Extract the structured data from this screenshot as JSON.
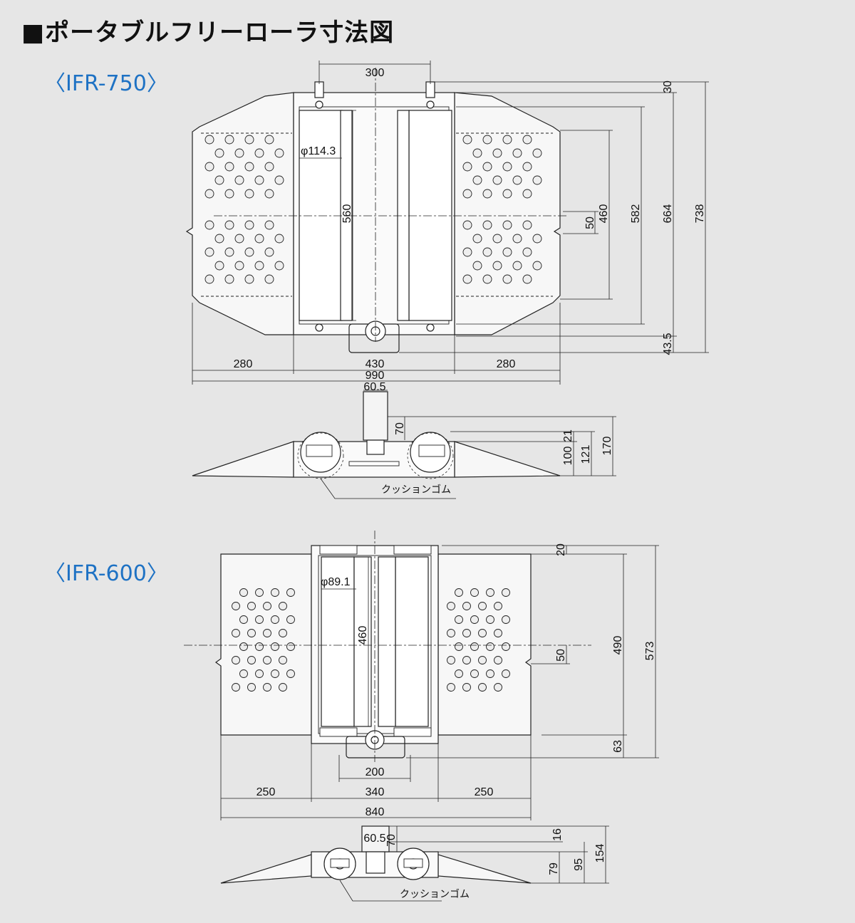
{
  "title": "■ポータブルフリーローラ寸法図",
  "models": [
    {
      "label": "〈IFR-750〉"
    },
    {
      "label": "〈IFR-600〉"
    }
  ],
  "ifr750": {
    "top_dims": {
      "d300": "300",
      "d30": "30",
      "d738": "738",
      "d664": "664",
      "d582": "582",
      "d460": "460",
      "d50": "50",
      "d560": "560",
      "phi": "φ114.3",
      "d43_5": "43.5",
      "d280a": "280",
      "d430": "430",
      "d280b": "280",
      "d990": "990"
    },
    "side_dims": {
      "d60_5": "60.5",
      "d70": "70",
      "d21": "21",
      "d100": "100",
      "d121": "121",
      "d170": "170",
      "cushion": "クッションゴム"
    }
  },
  "ifr600": {
    "top_dims": {
      "d20": "20",
      "d490": "490",
      "d573": "573",
      "d50": "50",
      "d460": "460",
      "phi": "φ89.1",
      "d63": "63",
      "d200": "200",
      "d250a": "250",
      "d340": "340",
      "d250b": "250",
      "d840": "840"
    },
    "side_dims": {
      "d60_5": "60.5",
      "d70": "70",
      "d16": "16",
      "d79": "79",
      "d95": "95",
      "d154": "154",
      "cushion": "クッションゴム"
    }
  }
}
